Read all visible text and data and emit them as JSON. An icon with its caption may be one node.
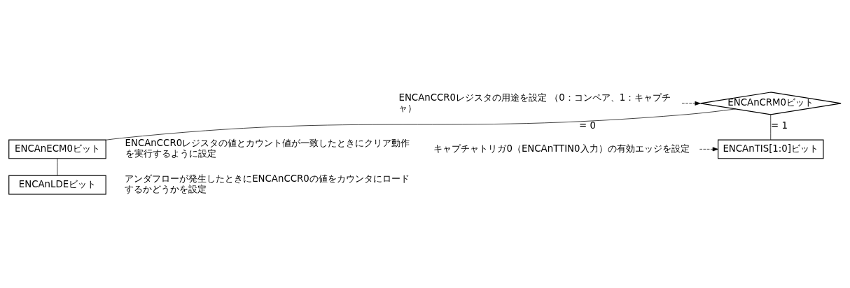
{
  "diagram": {
    "nodes": [
      {
        "text": [
          "ENCAnCRM0ビット"
        ]
      },
      {
        "text": [
          "ENCAnCCR0レジスタの用途を設定 （0：コンペア、1：キャプチャ）"
        ]
      },
      {
        "text": [
          "ENCAnECM0ビット"
        ],
        "beside": [
          "ENCAnCCR0レジスタの値とカウント値が一致したときにクリア動作を実行するように設定"
        ]
      },
      {
        "text": [
          "ENCAnLDEビット"
        ],
        "beside": [
          "アンダフローが発生したときにENCAnCCR0の値をカウンタにロードするかどうかを設定"
        ]
      },
      {
        "text": [
          "ENCAnTIS[1:0]ビット"
        ]
      },
      {
        "text": [
          "キャプチャトリガ0（ENCAnTTIN0入力）の有効エッジを設定"
        ]
      }
    ],
    "edges": [
      {
        "from": 0,
        "to": 2,
        "arrow": "none",
        "label": "= 0"
      },
      {
        "from": 2,
        "to": 3,
        "arrow": "none"
      },
      {
        "from": 0,
        "to": 4,
        "arrow": "none",
        "label": "= 1"
      },
      {
        "from": 1,
        "to": 0,
        "arrow": "to",
        "style": "dashed"
      },
      {
        "from": 5,
        "to": 4,
        "arrow": "to",
        "style": "dashed"
      }
    ]
  }
}
